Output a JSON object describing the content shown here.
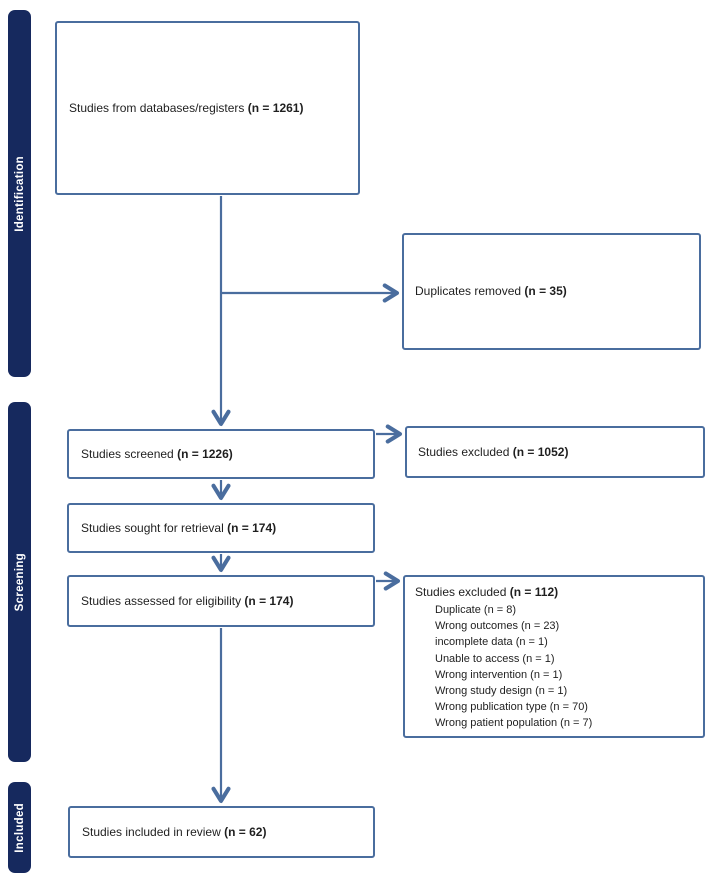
{
  "diagram": {
    "type": "prisma-flow",
    "stages": {
      "identification": "Identification",
      "screening": "Screening",
      "included": "Included"
    },
    "boxes": {
      "databases": {
        "label": "Studies from databases/registers",
        "count": "(n = 1261)"
      },
      "duplicates": {
        "label": "Duplicates removed",
        "count": "(n = 35)"
      },
      "screened": {
        "label": "Studies screened",
        "count": "(n = 1226)"
      },
      "excluded_screening": {
        "label": "Studies excluded",
        "count": "(n = 1052)"
      },
      "sought": {
        "label": "Studies sought for retrieval",
        "count": "(n = 174)"
      },
      "assessed": {
        "label": "Studies assessed for eligibility",
        "count": "(n = 174)"
      },
      "excluded_eligibility": {
        "label": "Studies excluded",
        "count": "(n = 112)",
        "reasons": [
          "Duplicate (n = 8)",
          "Wrong outcomes (n = 23)",
          "incomplete data (n = 1)",
          "Unable to access (n = 1)",
          "Wrong intervention (n = 1)",
          "Wrong study design (n = 1)",
          "Wrong publication type (n = 70)",
          "Wrong patient population (n = 7)"
        ]
      },
      "included": {
        "label": "Studies included in review",
        "count": "(n = 62)"
      }
    },
    "colors": {
      "stage_bar": "#16295e",
      "connector": "#4a6d9e",
      "box_border": "#4a6d9e",
      "text": "#1f1f1f",
      "stage_label_text": "#ffffff"
    }
  }
}
